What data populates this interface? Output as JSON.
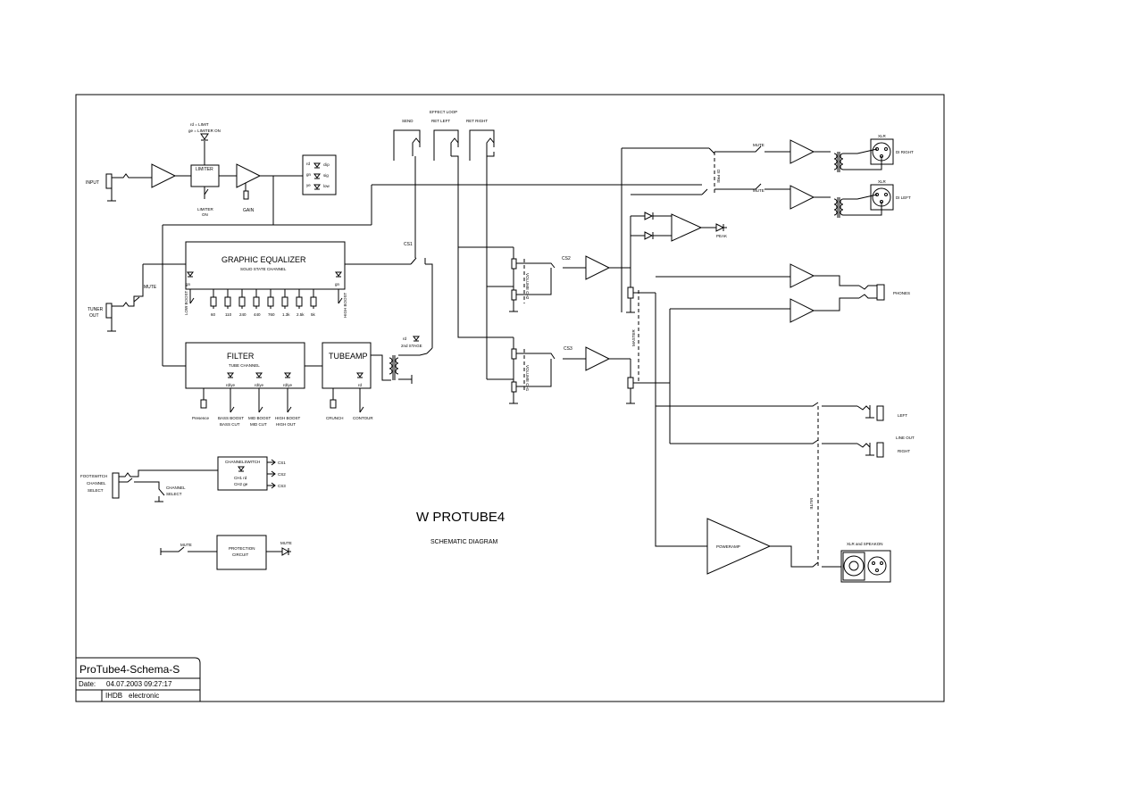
{
  "title": "W PROTUBE4",
  "subtitle": "SCHEMATIC DIAGRAM",
  "titleblock": {
    "name": "ProTube4-Schema-S",
    "date_label": "Date:",
    "date": "04.07.2003 09:27:17",
    "company": "IHDB",
    "company2": "electronic"
  },
  "input": {
    "input": "INPUT",
    "limiter": "LIMITER",
    "limiter_on": "LIMITER ON",
    "led_note1": "rd = LIMIT",
    "led_note2": "ge = LIMITER ON",
    "gain": "GAIN"
  },
  "leds": {
    "rd": "rd",
    "gn": "gn",
    "ye": "ye",
    "clip": "clip",
    "sig": "sig",
    "low": "low"
  },
  "tuner": {
    "label1": "TUNER",
    "label2": "OUT",
    "mute": "MUTE"
  },
  "eq": {
    "title": "GRAPHIC EQUALIZER",
    "sub": "SOLID STATE CHANNEL",
    "low_boost": "LOW BOOST",
    "high_boost": "HIGH BOOST",
    "gn1": "gn",
    "gn2": "gn",
    "bands": [
      "60",
      "110",
      "240",
      "440",
      "760",
      "1.3k",
      "2.5k",
      "5k"
    ]
  },
  "filter": {
    "title": "FILTER",
    "sub": "TUBE CHANNEL",
    "presence": "Presence",
    "led": "rd/ye",
    "c1a": "BASS BOOST",
    "c1b": "BASS CUT",
    "c2a": "MID BOOST",
    "c2b": "MID CUT",
    "c3a": "HIGH BOOST",
    "c3b": "HIGH OUT"
  },
  "tubeamp": {
    "title": "TUBEAMP",
    "stage_led": "rd",
    "stage": "2nd STAGE",
    "crunch": "CRUNCH",
    "contour": "CONTOUR",
    "led": "rd"
  },
  "loop": {
    "title": "EFFECT LOOP",
    "send": "SEND",
    "ret_left": "RET LEFT",
    "ret_right": "RET RIGHT"
  },
  "switches": {
    "cs1": "CS1",
    "cs2": "CS2",
    "cs3": "CS3"
  },
  "volumes": {
    "ch2": "VOLUME CH2",
    "ch1": "VOLUME CH1",
    "master": "MASTER"
  },
  "di": {
    "mute1": "MUTE",
    "mute2": "MUTE",
    "xlr1": "XLR",
    "xlr2": "XLR",
    "right": "DI RIGHT",
    "left": "DI LEFT",
    "prepost": "DI PRE"
  },
  "peak": "PEAK",
  "phones": "PHONES",
  "lineout": {
    "left": "LEFT",
    "lineout": "LINE OUT",
    "right": "RIGHT",
    "mute": "MUTE"
  },
  "poweramp": {
    "label": "POWERAMP",
    "xlr": "XLR and SPEAKON"
  },
  "footswitch": {
    "l1": "FOOTSWITCH",
    "l2": "CHANNEL",
    "l3": "SELECT",
    "cs_l1": "CHANNEL",
    "cs_l2": "SELECT",
    "box": "CHANNELSWITCH",
    "ch1": "CH1 rd",
    "ch2": "CH2 ge",
    "out1": "CS1",
    "out2": "CS2",
    "out3": "CS3"
  },
  "protection": {
    "mute_in": "MUTE",
    "box1": "PROTECTION",
    "box2": "CIRCUIT",
    "mute_out": "MUTE"
  }
}
